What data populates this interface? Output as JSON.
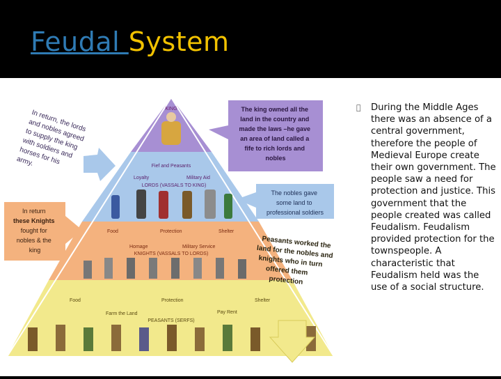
{
  "slide": {
    "title_part1": "Feudal ",
    "title_part2": "System",
    "bullet_marker": "",
    "bullet_text": "During the Middle Ages there was an absence of a central government, therefore the people of Medieval Europe create their own government. The people saw a need for protection and justice. This government that the people created was called Feudalism. Feudalism provided protection for the townspeople. A characteristic that Feudalism held was the use of a social structure."
  },
  "pyramid": {
    "king_label": "KING",
    "fief_peasants": "Fief and Peasants",
    "loyalty": "Loyalty",
    "military_aid": "Military Aid",
    "lords_label": "LORDS (VASSALS TO KING)",
    "food_1": "Food",
    "protection_1": "Protection",
    "shelter_1": "Shelter",
    "homage": "Homage",
    "military_service": "Military Service",
    "knights_label": "KNIGHTS (VASSALS TO LORDS)",
    "food_2": "Food",
    "protection_2": "Protection",
    "pay_rent": "Pay Rent",
    "shelter_2": "Shelter",
    "farm_land": "Farm the Land",
    "peasants_label": "PEASANTS (SERFS)"
  },
  "callouts": {
    "king_box": [
      "The king owned all the",
      "land in the country and",
      "made the laws –he gave",
      "an area of land called a",
      "fife to rich lords and",
      "nobles"
    ],
    "nobles_box": [
      "The nobles gave",
      "some land to",
      "professional soldiers"
    ],
    "knights_box": [
      "In return",
      "these Knights",
      "fought for",
      "nobles & the",
      "king"
    ],
    "lords_note": [
      "In return, the lords",
      "and nobles agreed",
      "to supply the king",
      "with soldiers and",
      "horses for his",
      "army."
    ],
    "peasants_note": [
      "Peasants worked the",
      "land for the nobles and",
      "knights who in turn",
      "offered them",
      "protection"
    ]
  },
  "colors": {
    "title_blue": "#2f7bb4",
    "title_gold": "#f2c200",
    "tier_king": "#a78fd3",
    "tier_lords": "#a9c8ea",
    "tier_knights": "#f4b27e",
    "tier_peasants": "#f2e98c"
  }
}
